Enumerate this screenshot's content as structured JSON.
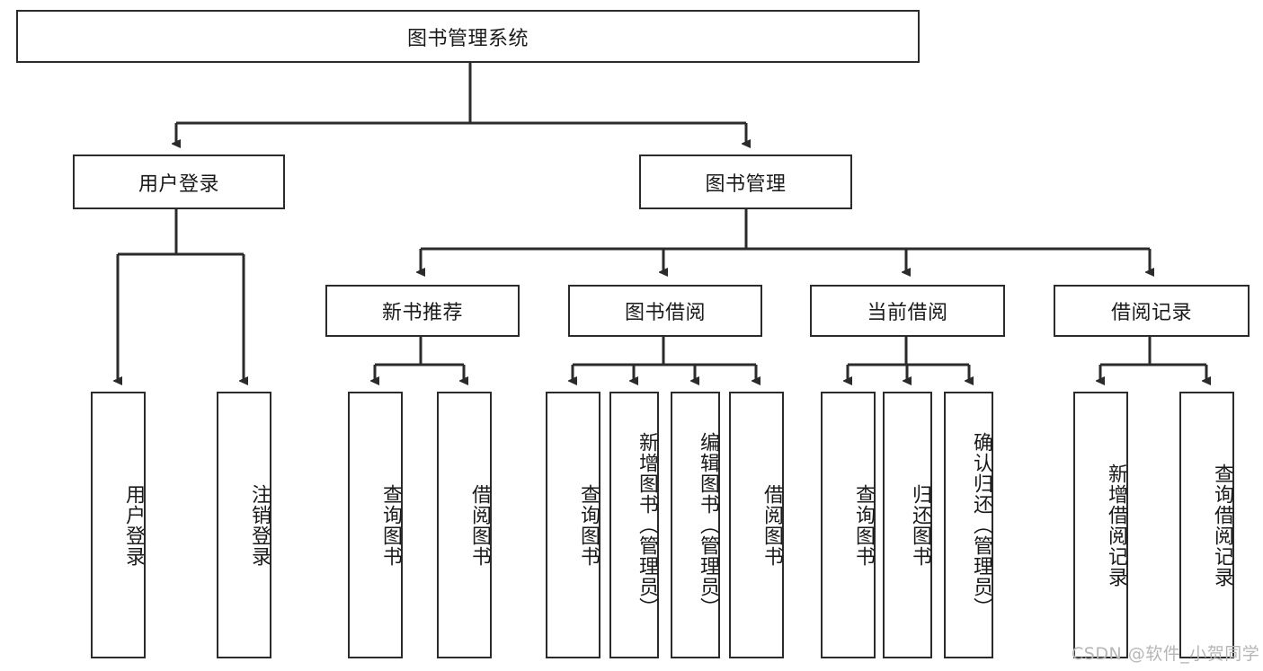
{
  "diagram": {
    "type": "tree-hierarchy",
    "title_label": "图书管理系统",
    "root": {
      "label": "图书管理系统",
      "id": "root"
    },
    "level1": [
      {
        "id": "user-login",
        "label": "用户登录"
      },
      {
        "id": "book-management",
        "label": "图书管理"
      }
    ],
    "level2": [
      {
        "id": "new-book-recommend",
        "label": "新书推荐",
        "parent": "book-management"
      },
      {
        "id": "book-borrow",
        "label": "图书借阅",
        "parent": "book-management"
      },
      {
        "id": "current-borrow",
        "label": "当前借阅",
        "parent": "book-management"
      },
      {
        "id": "borrow-record",
        "label": "借阅记录",
        "parent": "book-management"
      }
    ],
    "leaves": {
      "user_login": [
        {
          "id": "leaf-user-login",
          "label": "用户登录"
        },
        {
          "id": "leaf-logout-login",
          "label": "注销登录"
        }
      ],
      "new_book_recommend": [
        {
          "id": "leaf-query-book-1",
          "label": "查询图书"
        },
        {
          "id": "leaf-borrow-book-1",
          "label": "借阅图书"
        }
      ],
      "book_borrow": [
        {
          "id": "leaf-query-book-2",
          "label": "查询图书"
        },
        {
          "id": "leaf-add-book",
          "label": "新增图书（管理员）"
        },
        {
          "id": "leaf-edit-book",
          "label": "编辑图书（管理员）"
        },
        {
          "id": "leaf-borrow-book-2",
          "label": "借阅图书"
        }
      ],
      "current_borrow": [
        {
          "id": "leaf-query-book-3",
          "label": "查询图书"
        },
        {
          "id": "leaf-return-book",
          "label": "归还图书"
        },
        {
          "id": "leaf-confirm-return",
          "label": "确认归还（管理员）"
        }
      ],
      "borrow_record": [
        {
          "id": "leaf-add-borrow-record",
          "label": "新增借阅记录"
        },
        {
          "id": "leaf-query-borrow-record",
          "label": "查询借阅记录"
        }
      ]
    }
  },
  "watermark": {
    "text": "CSDN @软件_小贺同学"
  },
  "colors": {
    "stroke": "#2b2b2b",
    "background": "#ffffff",
    "text": "#1a1a1a",
    "watermark": "#b6b6b6"
  }
}
